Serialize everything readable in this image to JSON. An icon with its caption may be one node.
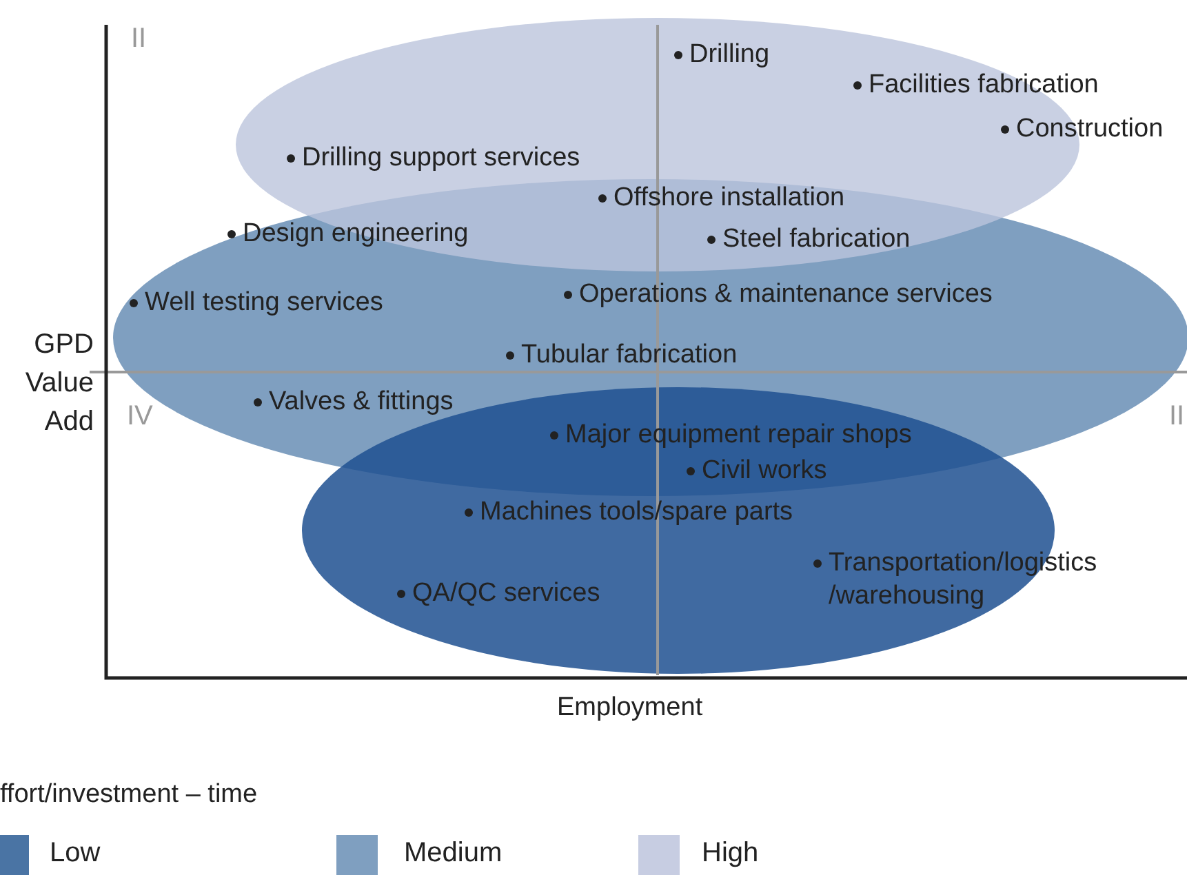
{
  "diagram": {
    "labels": [
      "II",
      "Drilling",
      "Facilities fabrication",
      "Construction",
      "Drilling support services",
      "Offshore installation",
      "Design engineering",
      "Steel fabrication",
      "Operations & maintenance services",
      "Well testing services",
      "GPD Value Add",
      "Tubular fabrication",
      "Valves & fittings",
      "IV",
      "II",
      "Major equipment repair shops",
      "Civil works",
      "Machines tools/spare parts",
      "Transportation/logistics /warehousing",
      "QA/QC services",
      "Employment",
      "ffort/investment – time"
    ],
    "legend": [
      {
        "text": "Low",
        "color": "#4a74a4"
      },
      {
        "text": "Medium",
        "color": "#7f9fc0"
      },
      {
        "text": "High",
        "color": "#c7cde2"
      }
    ]
  }
}
